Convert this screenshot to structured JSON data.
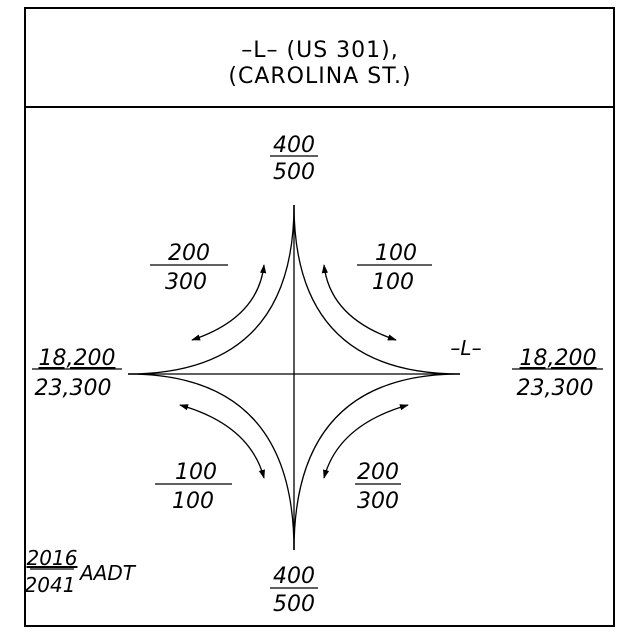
{
  "header": {
    "line1": "–L–   (US  301),",
    "line2": "(CAROLINA   ST.)"
  },
  "diagram": {
    "north": {
      "top": "400",
      "bottom": "500"
    },
    "south": {
      "top": "400",
      "bottom": "500"
    },
    "west": {
      "top": "18,200",
      "bottom": "23,300"
    },
    "east": {
      "top": "18,200",
      "bottom": "23,300"
    },
    "ne": {
      "top": "100",
      "bottom": "100"
    },
    "nw": {
      "top": "200",
      "bottom": "300"
    },
    "sw": {
      "top": "100",
      "bottom": "100"
    },
    "se": {
      "top": "200",
      "bottom": "300"
    },
    "road_label": "–L–",
    "legend": {
      "top": "2016",
      "bottom": "2041",
      "label": "AADT"
    }
  }
}
